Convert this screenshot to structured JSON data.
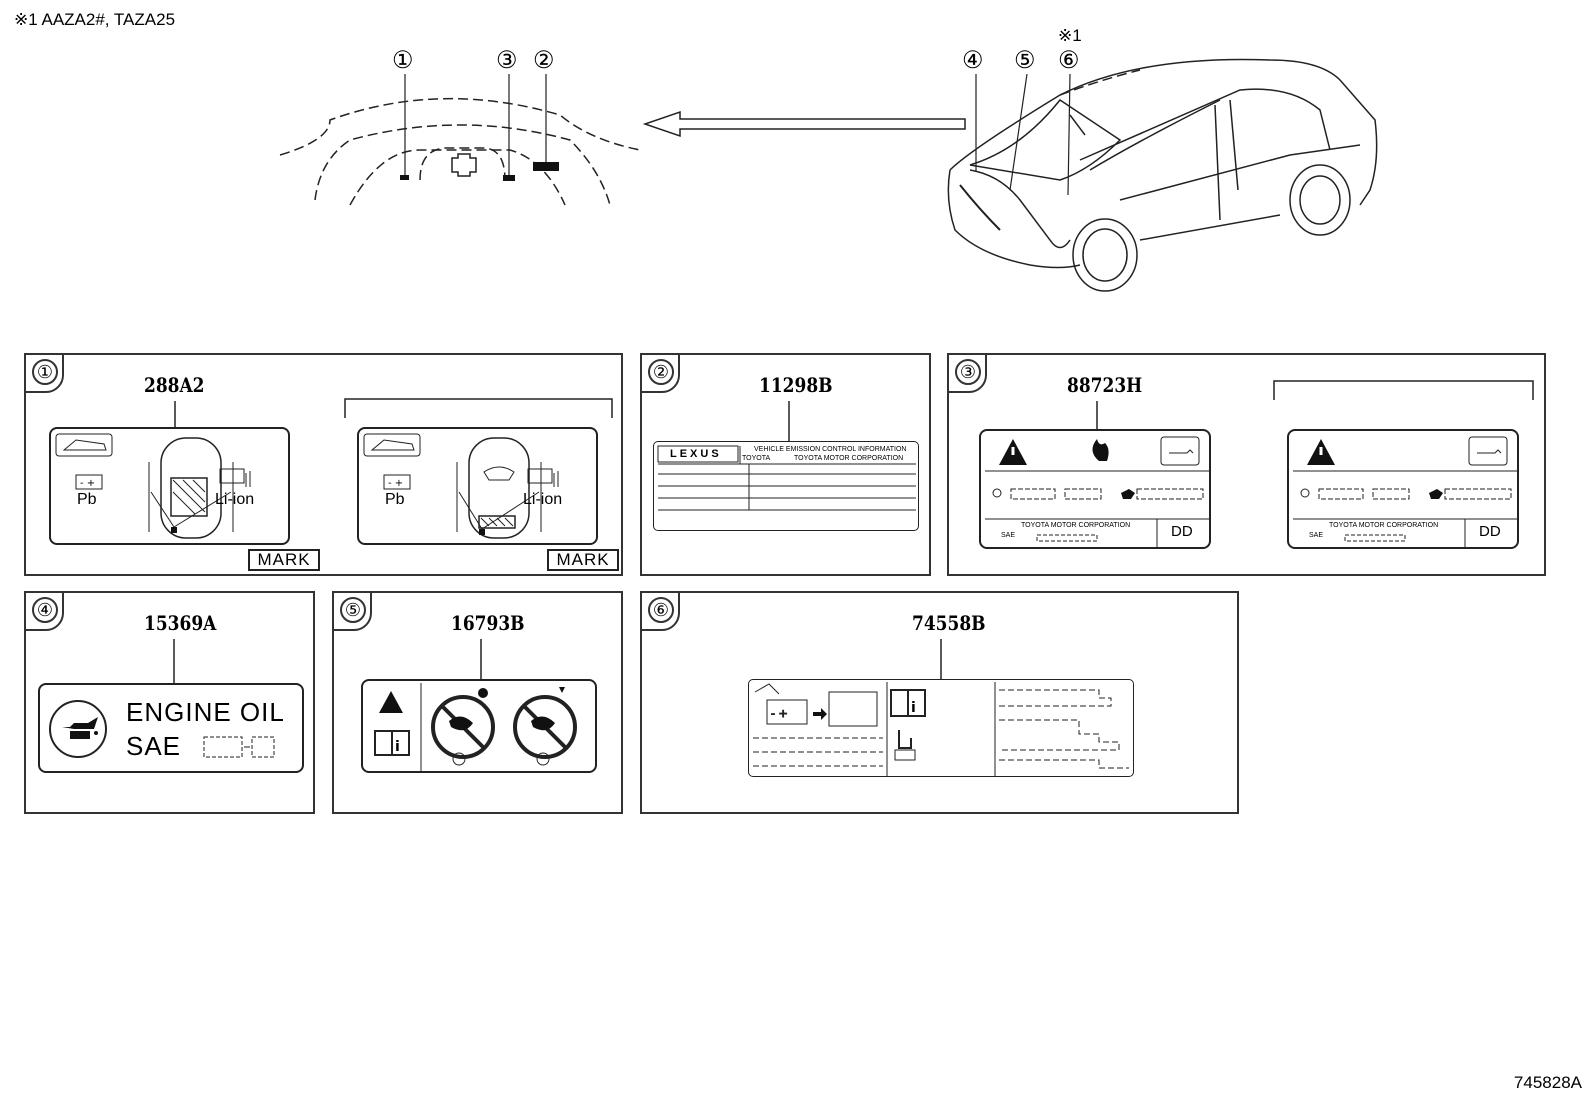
{
  "header": {
    "note": "※1 AAZA2#, TAZA25",
    "callouts": [
      "①",
      "②",
      "③",
      "④",
      "⑤",
      "⑥"
    ],
    "note_mark": "※1"
  },
  "panels": [
    {
      "num": "①",
      "part": "288A2",
      "battery_pb": "Pb",
      "battery_li": "Li-ion",
      "mark": "MARK"
    },
    {
      "num": "②",
      "part": "11298B",
      "brand": "LEXUS",
      "line1": "VEHICLE EMISSION CONTROL INFORMATION",
      "line2a": "TOYOTA",
      "line2b": "TOYOTA MOTOR CORPORATION"
    },
    {
      "num": "③",
      "part": "88723H",
      "maker": "TOYOTA MOTOR CORPORATION",
      "sae": "SAE",
      "box": "DD"
    },
    {
      "num": "④",
      "part": "15369A",
      "text1": "ENGINE  OIL",
      "text2": "SAE"
    },
    {
      "num": "⑤",
      "part": "16793B"
    },
    {
      "num": "⑥",
      "part": "74558B"
    }
  ],
  "figure_id": "745828A"
}
